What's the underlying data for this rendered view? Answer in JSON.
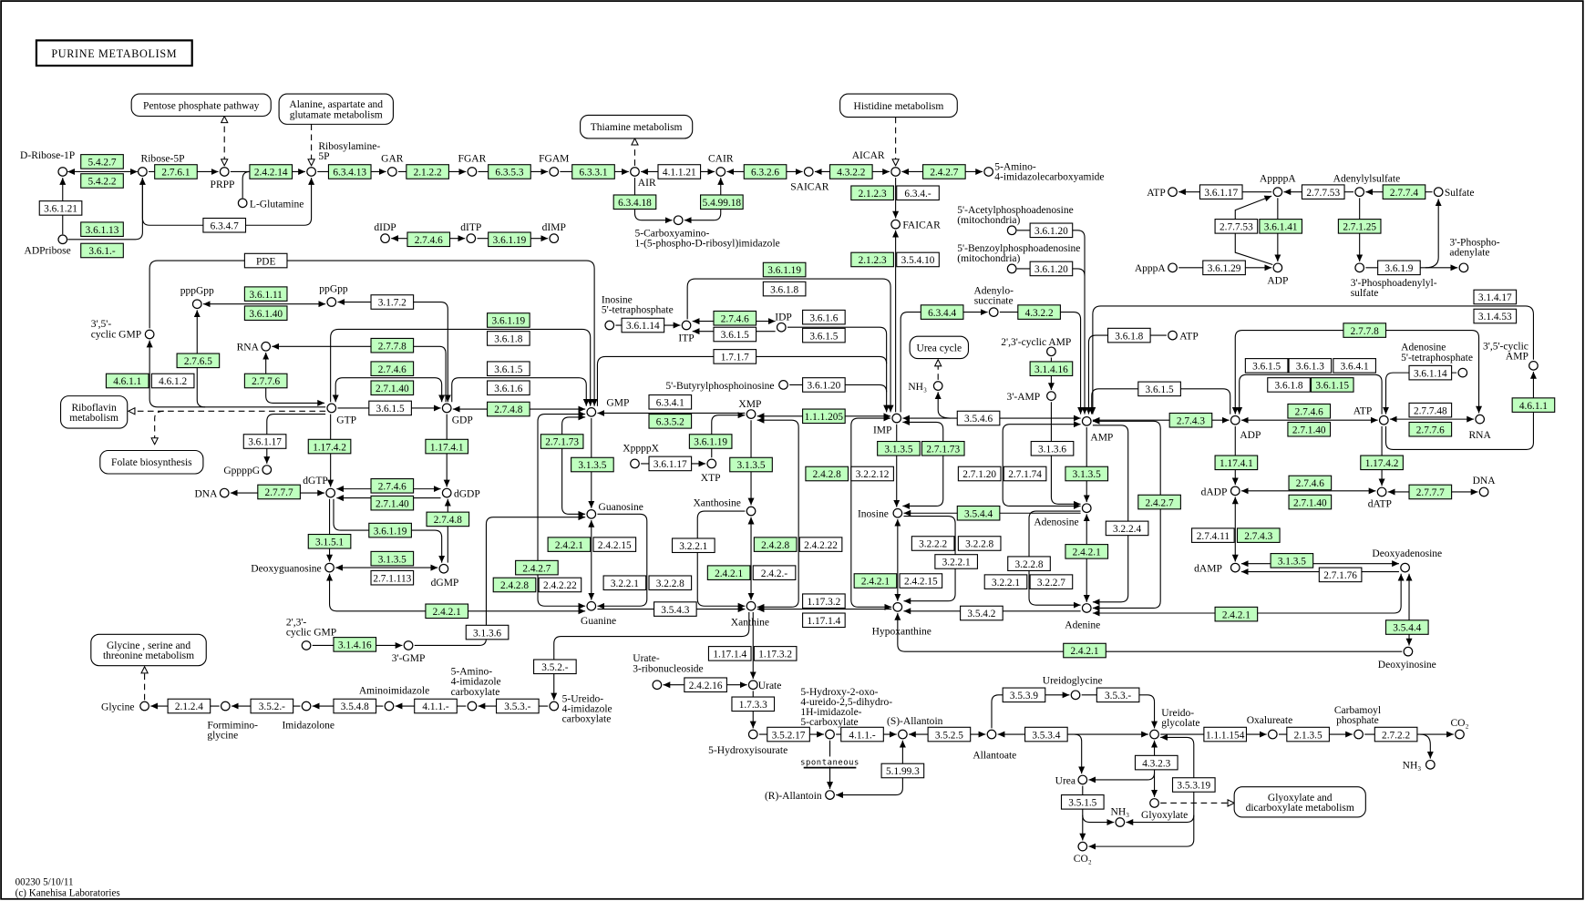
{
  "title": "PURINE METABOLISM",
  "footer": {
    "map_id_date": "00230 5/10/11",
    "copyright": "(c) Kanehisa Laboratories"
  },
  "colors": {
    "enzyme_highlight": "#bfffbf",
    "enzyme_default": "#ffffff",
    "line": "#000000"
  },
  "annotations": {
    "spontaneous": "spontaneous"
  },
  "maps": [
    {
      "lines": [
        "Pentose phosphate pathway"
      ]
    },
    {
      "lines": [
        "Alanine, aspartate and",
        "glutamate metabolism"
      ]
    },
    {
      "lines": [
        "Thiamine metabolism"
      ]
    },
    {
      "lines": [
        "Histidine metabolism"
      ]
    },
    {
      "lines": [
        "Riboflavin",
        "metabolism"
      ]
    },
    {
      "lines": [
        "Folate biosynthesis"
      ]
    },
    {
      "lines": [
        "Urea cycle"
      ]
    },
    {
      "lines": [
        "Glycine , serine and",
        "threonine metabolism"
      ]
    },
    {
      "lines": [
        "Glyoxylate and",
        "dicarboxylate metabolism"
      ]
    }
  ],
  "compounds": [
    {
      "lines": [
        "D-Ribose-1P"
      ]
    },
    {
      "lines": [
        "Ribose-5P"
      ]
    },
    {
      "lines": [
        "PRPP"
      ]
    },
    {
      "lines": [
        "L-Glutamine"
      ]
    },
    {
      "lines": [
        "Ribosylamine-",
        "5P"
      ]
    },
    {
      "lines": [
        "GAR"
      ]
    },
    {
      "lines": [
        "FGAR"
      ]
    },
    {
      "lines": [
        "FGAM"
      ]
    },
    {
      "lines": [
        "AIR"
      ]
    },
    {
      "lines": [
        "CAIR"
      ]
    },
    {
      "lines": [
        "SAICAR"
      ]
    },
    {
      "lines": [
        "AICAR"
      ]
    },
    {
      "lines": [
        "5-Amino-",
        "4-imidazolecarboxyamide"
      ]
    },
    {
      "lines": [
        "5-Carboxyamino-",
        "1-(5-phospho-D-ribosyl)imidazole"
      ]
    },
    {
      "lines": [
        "FAICAR"
      ]
    },
    {
      "lines": [
        "ADPribose"
      ]
    },
    {
      "lines": [
        "dIDP"
      ]
    },
    {
      "lines": [
        "dITP"
      ]
    },
    {
      "lines": [
        "dIMP"
      ]
    },
    {
      "lines": [
        "5'-Acetylphosphoadenosine",
        "(mitochondria)"
      ]
    },
    {
      "lines": [
        "5'-Benzoylphosphoadenosine",
        "(mitochondria)"
      ]
    },
    {
      "lines": [
        "ATP"
      ]
    },
    {
      "lines": [
        "AppppA"
      ]
    },
    {
      "lines": [
        "Adenylylsulfate"
      ]
    },
    {
      "lines": [
        "Sulfate"
      ]
    },
    {
      "lines": [
        "ApppA"
      ]
    },
    {
      "lines": [
        "ADP"
      ]
    },
    {
      "lines": [
        "3'-Phosphoadenylyl-",
        "sulfate"
      ]
    },
    {
      "lines": [
        "3'-Phospho-",
        "adenylate"
      ]
    },
    {
      "lines": [
        "pppGpp"
      ]
    },
    {
      "lines": [
        "ppGpp"
      ]
    },
    {
      "lines": [
        "3',5'-",
        "cyclic GMP"
      ]
    },
    {
      "lines": [
        "RNA"
      ]
    },
    {
      "lines": [
        "GTP"
      ]
    },
    {
      "lines": [
        "GDP"
      ]
    },
    {
      "lines": [
        "GMP"
      ]
    },
    {
      "lines": [
        "GppppG"
      ]
    },
    {
      "lines": [
        "Inosine",
        "5'-tetraphosphate"
      ]
    },
    {
      "lines": [
        "ITP"
      ]
    },
    {
      "lines": [
        "IDP"
      ]
    },
    {
      "lines": [
        "5'-Butyrylphosphoinosine"
      ]
    },
    {
      "lines": [
        "XMP"
      ]
    },
    {
      "lines": [
        "XppppX"
      ]
    },
    {
      "lines": [
        "XTP"
      ]
    },
    {
      "lines": [
        "IMP"
      ]
    },
    {
      "lines": [
        "Adenylo-",
        "succinate"
      ]
    },
    {
      "lines": [
        "2',3'-cyclic AMP"
      ]
    },
    {
      "lines": [
        "3'-AMP"
      ]
    },
    {
      "lines": [
        "NH₃"
      ]
    },
    {
      "lines": [
        "AMP"
      ]
    },
    {
      "lines": [
        "ATP"
      ]
    },
    {
      "lines": [
        "ADP"
      ]
    },
    {
      "lines": [
        "ATP"
      ]
    },
    {
      "lines": [
        "RNA"
      ]
    },
    {
      "lines": [
        "Adenosine",
        "5'-tetraphosphate"
      ]
    },
    {
      "lines": [
        "3',5'-cyclic",
        "AMP"
      ]
    },
    {
      "lines": [
        "Guanosine"
      ]
    },
    {
      "lines": [
        "Xanthosine"
      ]
    },
    {
      "lines": [
        "Inosine"
      ]
    },
    {
      "lines": [
        "Adenosine"
      ]
    },
    {
      "lines": [
        "dGTP"
      ]
    },
    {
      "lines": [
        "DNA"
      ]
    },
    {
      "lines": [
        "dGDP"
      ]
    },
    {
      "lines": [
        "Deoxyguanosine"
      ]
    },
    {
      "lines": [
        "dGMP"
      ]
    },
    {
      "lines": [
        "dADP"
      ]
    },
    {
      "lines": [
        "dATP"
      ]
    },
    {
      "lines": [
        "DNA"
      ]
    },
    {
      "lines": [
        "dAMP"
      ]
    },
    {
      "lines": [
        "Deoxyadenosine"
      ]
    },
    {
      "lines": [
        "Guanine"
      ]
    },
    {
      "lines": [
        "Xanthine"
      ]
    },
    {
      "lines": [
        "Hypoxanthine"
      ]
    },
    {
      "lines": [
        "Adenine"
      ]
    },
    {
      "lines": [
        "Deoxyinosine"
      ]
    },
    {
      "lines": [
        "2',3'-",
        "cyclic GMP"
      ]
    },
    {
      "lines": [
        "3'-GMP"
      ]
    },
    {
      "lines": [
        "Urate-",
        "3-ribonucleoside"
      ]
    },
    {
      "lines": [
        "Urate"
      ]
    },
    {
      "lines": [
        "5-Ureido-",
        "4-imidazole",
        "carboxylate"
      ]
    },
    {
      "lines": [
        "5-Amino-",
        "4-imidazole",
        "carboxylate"
      ]
    },
    {
      "lines": [
        "Aminoimidazole"
      ]
    },
    {
      "lines": [
        "Imidazolone"
      ]
    },
    {
      "lines": [
        "Formimino-",
        "glycine"
      ]
    },
    {
      "lines": [
        "Glycine"
      ]
    },
    {
      "lines": [
        "5-Hydroxyisourate"
      ]
    },
    {
      "lines": [
        "5-Hydroxy-2-oxo-",
        "4-ureido-2,5-dihydro-",
        "1H-imidazole-",
        "5-carboxylate"
      ]
    },
    {
      "lines": [
        "(S)-Allantoin"
      ]
    },
    {
      "lines": [
        "Allantoate"
      ]
    },
    {
      "lines": [
        "(R)-Allantoin"
      ]
    },
    {
      "lines": [
        "Ureidoglycine"
      ]
    },
    {
      "lines": [
        "Ureido-",
        "glycolate"
      ]
    },
    {
      "lines": [
        "Oxalureate"
      ]
    },
    {
      "lines": [
        "Carbamoyl",
        "phosphate"
      ]
    },
    {
      "lines": [
        "CO₂"
      ]
    },
    {
      "lines": [
        "NH₃"
      ]
    },
    {
      "lines": [
        "Urea"
      ]
    },
    {
      "lines": [
        "NH₃"
      ]
    },
    {
      "lines": [
        "Glyoxylate"
      ]
    },
    {
      "lines": [
        "CO₂"
      ]
    }
  ],
  "enzymes": [
    {
      "ec": "5.4.2.7",
      "highlighted": true
    },
    {
      "ec": "5.4.2.2",
      "highlighted": true
    },
    {
      "ec": "3.6.1.21",
      "highlighted": false
    },
    {
      "ec": "3.6.1.13",
      "highlighted": true
    },
    {
      "ec": "3.6.1.-",
      "highlighted": true
    },
    {
      "ec": "2.7.6.1",
      "highlighted": true
    },
    {
      "ec": "2.4.2.14",
      "highlighted": true
    },
    {
      "ec": "6.3.4.7",
      "highlighted": false
    },
    {
      "ec": "6.3.4.13",
      "highlighted": true
    },
    {
      "ec": "2.1.2.2",
      "highlighted": true
    },
    {
      "ec": "6.3.5.3",
      "highlighted": true
    },
    {
      "ec": "6.3.3.1",
      "highlighted": true
    },
    {
      "ec": "4.1.1.21",
      "highlighted": false
    },
    {
      "ec": "6.3.4.18",
      "highlighted": true
    },
    {
      "ec": "5.4.99.18",
      "highlighted": true
    },
    {
      "ec": "6.3.2.6",
      "highlighted": true
    },
    {
      "ec": "4.3.2.2",
      "highlighted": true
    },
    {
      "ec": "2.4.2.7",
      "highlighted": true
    },
    {
      "ec": "2.1.2.3",
      "highlighted": true
    },
    {
      "ec": "6.3.4.-",
      "highlighted": false
    },
    {
      "ec": "2.1.2.3",
      "highlighted": true
    },
    {
      "ec": "3.5.4.10",
      "highlighted": false
    },
    {
      "ec": "2.7.4.6",
      "highlighted": true
    },
    {
      "ec": "3.6.1.19",
      "highlighted": true
    },
    {
      "ec": "3.6.1.20",
      "highlighted": false
    },
    {
      "ec": "3.6.1.20",
      "highlighted": false
    },
    {
      "ec": "3.6.1.17",
      "highlighted": false
    },
    {
      "ec": "2.7.7.53",
      "highlighted": false
    },
    {
      "ec": "2.7.7.4",
      "highlighted": true
    },
    {
      "ec": "2.7.7.53",
      "highlighted": false
    },
    {
      "ec": "3.6.1.41",
      "highlighted": true
    },
    {
      "ec": "2.7.1.25",
      "highlighted": true
    },
    {
      "ec": "3.6.1.29",
      "highlighted": false
    },
    {
      "ec": "3.6.1.9",
      "highlighted": false
    },
    {
      "ec": "3.1.4.17",
      "highlighted": false
    },
    {
      "ec": "3.1.4.53",
      "highlighted": false
    },
    {
      "ec": "PDE",
      "highlighted": false
    },
    {
      "ec": "3.6.1.11",
      "highlighted": true
    },
    {
      "ec": "3.6.1.40",
      "highlighted": true
    },
    {
      "ec": "3.1.7.2",
      "highlighted": false
    },
    {
      "ec": "2.7.6.5",
      "highlighted": true
    },
    {
      "ec": "4.6.1.1",
      "highlighted": true
    },
    {
      "ec": "4.6.1.2",
      "highlighted": false
    },
    {
      "ec": "2.7.7.8",
      "highlighted": true
    },
    {
      "ec": "2.7.4.6",
      "highlighted": true
    },
    {
      "ec": "2.7.1.40",
      "highlighted": true
    },
    {
      "ec": "2.7.7.6",
      "highlighted": true
    },
    {
      "ec": "3.6.1.5",
      "highlighted": false
    },
    {
      "ec": "3.6.1.17",
      "highlighted": false
    },
    {
      "ec": "1.17.4.2",
      "highlighted": true
    },
    {
      "ec": "1.17.4.1",
      "highlighted": true
    },
    {
      "ec": "3.6.1.19",
      "highlighted": true
    },
    {
      "ec": "3.6.1.8",
      "highlighted": false
    },
    {
      "ec": "3.6.1.5",
      "highlighted": false
    },
    {
      "ec": "3.6.1.6",
      "highlighted": false
    },
    {
      "ec": "2.7.4.8",
      "highlighted": true
    },
    {
      "ec": "3.6.1.19",
      "highlighted": true
    },
    {
      "ec": "3.6.1.8",
      "highlighted": false
    },
    {
      "ec": "3.6.1.14",
      "highlighted": false
    },
    {
      "ec": "2.7.4.6",
      "highlighted": true
    },
    {
      "ec": "3.6.1.5",
      "highlighted": false
    },
    {
      "ec": "3.6.1.6",
      "highlighted": false
    },
    {
      "ec": "3.6.1.5",
      "highlighted": false
    },
    {
      "ec": "1.7.1.7",
      "highlighted": false
    },
    {
      "ec": "3.6.1.20",
      "highlighted": false
    },
    {
      "ec": "6.3.4.1",
      "highlighted": false
    },
    {
      "ec": "6.3.5.2",
      "highlighted": true
    },
    {
      "ec": "1.1.1.205",
      "highlighted": true
    },
    {
      "ec": "6.3.4.4",
      "highlighted": true
    },
    {
      "ec": "4.3.2.2",
      "highlighted": true
    },
    {
      "ec": "3.1.4.16",
      "highlighted": true
    },
    {
      "ec": "3.6.1.8",
      "highlighted": false
    },
    {
      "ec": "3.5.4.6",
      "highlighted": false
    },
    {
      "ec": "3.6.1.5",
      "highlighted": false
    },
    {
      "ec": "2.7.4.3",
      "highlighted": true
    },
    {
      "ec": "2.7.7.8",
      "highlighted": true
    },
    {
      "ec": "3.6.1.5",
      "highlighted": false
    },
    {
      "ec": "3.6.1.3",
      "highlighted": false
    },
    {
      "ec": "3.6.4.1",
      "highlighted": false
    },
    {
      "ec": "3.6.1.8",
      "highlighted": false
    },
    {
      "ec": "3.6.1.15",
      "highlighted": true
    },
    {
      "ec": "3.6.1.14",
      "highlighted": false
    },
    {
      "ec": "2.7.4.6",
      "highlighted": true
    },
    {
      "ec": "2.7.1.40",
      "highlighted": true
    },
    {
      "ec": "2.7.7.48",
      "highlighted": false
    },
    {
      "ec": "2.7.7.6",
      "highlighted": true
    },
    {
      "ec": "4.6.1.1",
      "highlighted": true
    },
    {
      "ec": "2.7.1.73",
      "highlighted": true
    },
    {
      "ec": "3.1.3.5",
      "highlighted": true
    },
    {
      "ec": "3.6.1.17",
      "highlighted": false
    },
    {
      "ec": "3.6.1.19",
      "highlighted": true
    },
    {
      "ec": "3.1.3.5",
      "highlighted": true
    },
    {
      "ec": "2.4.2.8",
      "highlighted": true
    },
    {
      "ec": "3.2.2.12",
      "highlighted": false
    },
    {
      "ec": "3.1.3.5",
      "highlighted": true
    },
    {
      "ec": "2.7.1.73",
      "highlighted": true
    },
    {
      "ec": "2.7.1.20",
      "highlighted": false
    },
    {
      "ec": "2.7.1.74",
      "highlighted": false
    },
    {
      "ec": "3.1.3.6",
      "highlighted": false
    },
    {
      "ec": "3.1.3.5",
      "highlighted": true
    },
    {
      "ec": "2.4.2.7",
      "highlighted": true
    },
    {
      "ec": "3.2.2.4",
      "highlighted": false
    },
    {
      "ec": "3.5.4.4",
      "highlighted": true
    },
    {
      "ec": "3.2.2.2",
      "highlighted": false
    },
    {
      "ec": "3.2.2.8",
      "highlighted": false
    },
    {
      "ec": "3.2.2.1",
      "highlighted": false
    },
    {
      "ec": "3.2.2.8",
      "highlighted": false
    },
    {
      "ec": "3.2.2.1",
      "highlighted": false
    },
    {
      "ec": "3.2.2.7",
      "highlighted": false
    },
    {
      "ec": "2.4.2.1",
      "highlighted": true
    },
    {
      "ec": "3.5.4.2",
      "highlighted": false
    },
    {
      "ec": "2.4.2.1",
      "highlighted": true
    },
    {
      "ec": "2.4.2.15",
      "highlighted": false
    },
    {
      "ec": "1.17.3.2",
      "highlighted": false
    },
    {
      "ec": "1.17.1.4",
      "highlighted": false
    },
    {
      "ec": "3.2.2.1",
      "highlighted": false
    },
    {
      "ec": "2.4.2.8",
      "highlighted": true
    },
    {
      "ec": "2.4.2.22",
      "highlighted": false
    },
    {
      "ec": "2.4.2.1",
      "highlighted": true
    },
    {
      "ec": "2.4.2.-",
      "highlighted": false
    },
    {
      "ec": "3.5.4.3",
      "highlighted": false
    },
    {
      "ec": "2.4.2.1",
      "highlighted": true
    },
    {
      "ec": "2.4.2.15",
      "highlighted": false
    },
    {
      "ec": "2.4.2.7",
      "highlighted": true
    },
    {
      "ec": "2.4.2.8",
      "highlighted": true
    },
    {
      "ec": "2.4.2.22",
      "highlighted": false
    },
    {
      "ec": "3.2.2.1",
      "highlighted": false
    },
    {
      "ec": "3.2.2.8",
      "highlighted": false
    },
    {
      "ec": "2.7.4.6",
      "highlighted": true
    },
    {
      "ec": "2.7.1.40",
      "highlighted": true
    },
    {
      "ec": "2.7.7.7",
      "highlighted": true
    },
    {
      "ec": "3.6.1.19",
      "highlighted": true
    },
    {
      "ec": "2.7.4.8",
      "highlighted": true
    },
    {
      "ec": "3.1.5.1",
      "highlighted": true
    },
    {
      "ec": "3.1.3.5",
      "highlighted": true
    },
    {
      "ec": "2.7.1.113",
      "highlighted": false
    },
    {
      "ec": "2.4.2.1",
      "highlighted": true
    },
    {
      "ec": "3.1.3.6",
      "highlighted": false
    },
    {
      "ec": "3.1.4.16",
      "highlighted": true
    },
    {
      "ec": "1.17.4.1",
      "highlighted": true
    },
    {
      "ec": "1.17.4.2",
      "highlighted": true
    },
    {
      "ec": "2.7.4.6",
      "highlighted": true
    },
    {
      "ec": "2.7.1.40",
      "highlighted": true
    },
    {
      "ec": "2.7.7.7",
      "highlighted": true
    },
    {
      "ec": "2.7.4.11",
      "highlighted": false
    },
    {
      "ec": "2.7.4.3",
      "highlighted": true
    },
    {
      "ec": "3.1.3.5",
      "highlighted": true
    },
    {
      "ec": "2.7.1.76",
      "highlighted": false
    },
    {
      "ec": "2.4.2.1",
      "highlighted": true
    },
    {
      "ec": "3.5.4.4",
      "highlighted": true
    },
    {
      "ec": "2.4.2.1",
      "highlighted": true
    },
    {
      "ec": "3.5.2.-",
      "highlighted": false
    },
    {
      "ec": "3.5.3.-",
      "highlighted": false
    },
    {
      "ec": "4.1.1.-",
      "highlighted": false
    },
    {
      "ec": "3.5.4.8",
      "highlighted": false
    },
    {
      "ec": "3.5.2.-",
      "highlighted": false
    },
    {
      "ec": "2.1.2.4",
      "highlighted": false
    },
    {
      "ec": "1.17.1.4",
      "highlighted": false
    },
    {
      "ec": "1.17.3.2",
      "highlighted": false
    },
    {
      "ec": "2.4.2.16",
      "highlighted": false
    },
    {
      "ec": "1.7.3.3",
      "highlighted": false
    },
    {
      "ec": "3.5.2.17",
      "highlighted": false
    },
    {
      "ec": "4.1.1.-",
      "highlighted": false
    },
    {
      "ec": "5.1.99.3",
      "highlighted": false
    },
    {
      "ec": "3.5.2.5",
      "highlighted": false
    },
    {
      "ec": "3.5.3.9",
      "highlighted": false
    },
    {
      "ec": "3.5.3.-",
      "highlighted": false
    },
    {
      "ec": "3.5.3.4",
      "highlighted": false
    },
    {
      "ec": "4.3.2.3",
      "highlighted": false
    },
    {
      "ec": "3.5.3.19",
      "highlighted": false
    },
    {
      "ec": "3.5.1.5",
      "highlighted": false
    },
    {
      "ec": "1.1.1.154",
      "highlighted": false
    },
    {
      "ec": "2.1.3.5",
      "highlighted": false
    },
    {
      "ec": "2.7.2.2",
      "highlighted": false
    }
  ]
}
